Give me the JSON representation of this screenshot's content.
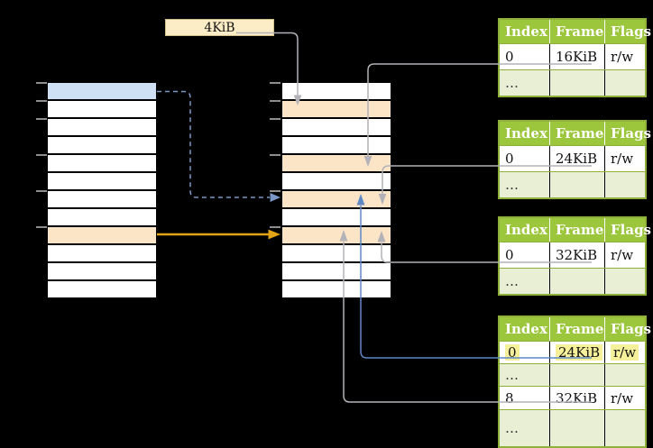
{
  "frame_size_label": "4KiB",
  "colors": {
    "table_header_green": "#9cc63c",
    "table_border_green": "#8fb03a",
    "table_dots_row_green": "#e9efd5",
    "highlight_yellow": "#f6f09b",
    "virtual_page_blue": "#cfdff4",
    "frame_orange": "#fce4c6",
    "label_box_cream": "#fdedc7",
    "arrow_gray": "#b2b2b8",
    "arrow_blue_solid": "#5d87c5",
    "arrow_blue_dashed": "#7b97c6",
    "arrow_orange": "#e2a317"
  },
  "left_column": {
    "rows": [
      "blue",
      "white",
      "white",
      "white",
      "white",
      "white",
      "white",
      "white",
      "orange",
      "white",
      "white",
      "white"
    ]
  },
  "middle_column": {
    "rows": [
      "white",
      "orange",
      "white",
      "white",
      "orange",
      "white",
      "orange",
      "white",
      "orange",
      "white",
      "white",
      "white"
    ]
  },
  "tables": [
    {
      "name": "page-table-16kib",
      "columns": [
        "Index",
        "Frame",
        "Flags"
      ],
      "rows": [
        {
          "cells": [
            "0",
            "16KiB",
            "r/w"
          ]
        },
        {
          "cells": [
            "…",
            "",
            ""
          ],
          "dots": true
        }
      ]
    },
    {
      "name": "page-table-24kib",
      "columns": [
        "Index",
        "Frame",
        "Flags"
      ],
      "rows": [
        {
          "cells": [
            "0",
            "24KiB",
            "r/w"
          ]
        },
        {
          "cells": [
            "…",
            "",
            ""
          ],
          "dots": true
        }
      ]
    },
    {
      "name": "page-table-32kib",
      "columns": [
        "Index",
        "Frame",
        "Flags"
      ],
      "rows": [
        {
          "cells": [
            "0",
            "32KiB",
            "r/w"
          ]
        },
        {
          "cells": [
            "…",
            "",
            ""
          ],
          "dots": true
        }
      ]
    },
    {
      "name": "page-table-level2",
      "columns": [
        "Index",
        "Frame",
        "Flags"
      ],
      "rows": [
        {
          "cells": [
            "0",
            "24KiB",
            "r/w"
          ],
          "highlight": true
        },
        {
          "cells": [
            "…",
            "",
            ""
          ],
          "dots": true
        },
        {
          "cells": [
            "8",
            "32KiB",
            "r/w"
          ]
        },
        {
          "cells": [
            "…",
            "",
            ""
          ],
          "dots": true
        }
      ]
    }
  ]
}
